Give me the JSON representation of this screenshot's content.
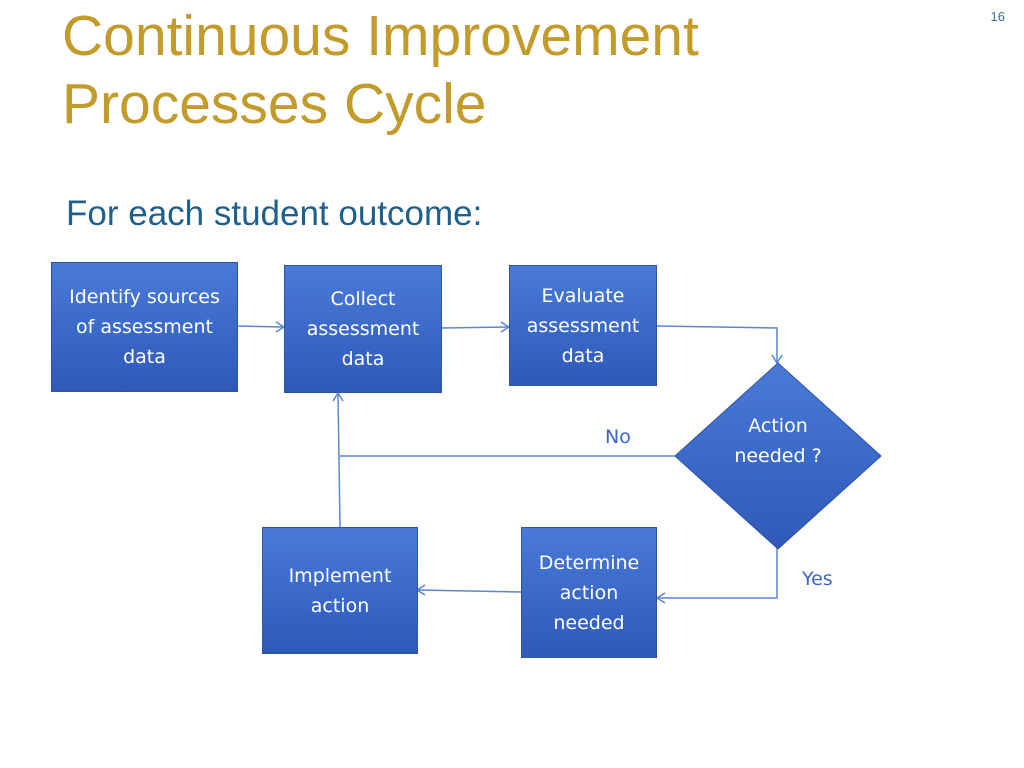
{
  "slide": {
    "number": "16",
    "title_line1": "Continuous Improvement",
    "title_line2": "Processes Cycle",
    "subtitle": "For each student outcome:"
  },
  "diagram": {
    "nodes": {
      "identify": "Identify sources of assessment data",
      "collect": "Collect assessment data",
      "evaluate": "Evaluate assessment data",
      "decision": "Action needed ?",
      "determine": "Determine action needed",
      "implement": "Implement action"
    },
    "edges": {
      "no_label": "No",
      "yes_label": "Yes"
    }
  },
  "colors": {
    "title": "#c39b2a",
    "subtitle": "#1f5f8b",
    "box_fill": "#3a68c8",
    "connector": "#5a86cf"
  }
}
